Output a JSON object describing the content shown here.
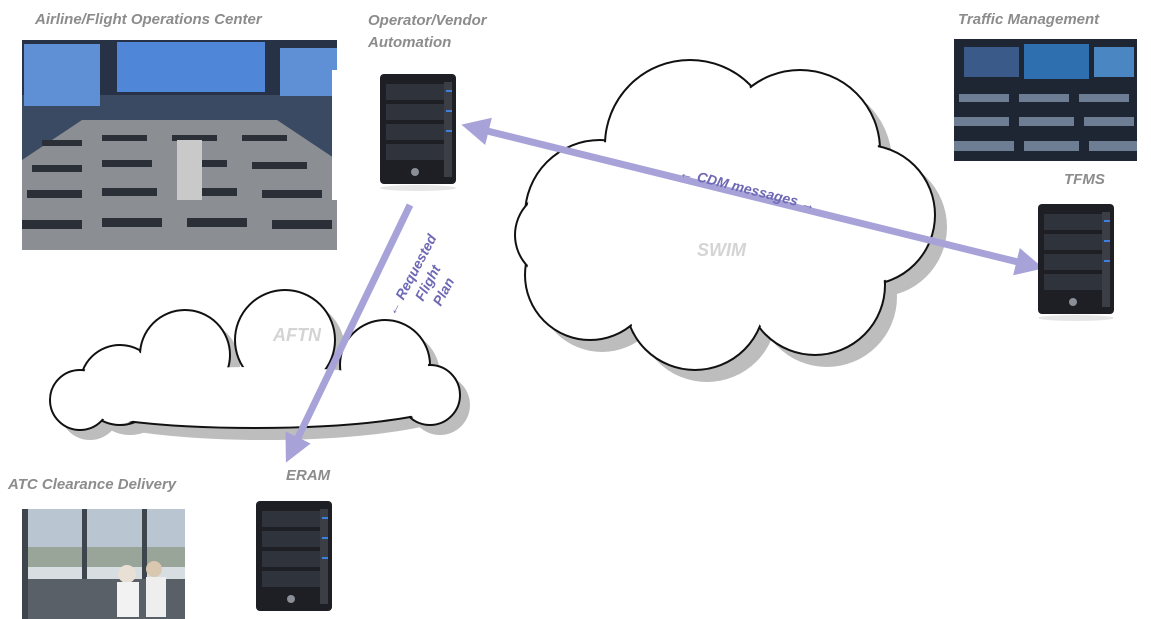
{
  "labels": {
    "airline_ops": "Airline/Flight Operations Center",
    "operator_line1": "Operator/Vendor",
    "operator_line2": "Automation",
    "traffic_mgmt": "Traffic Management",
    "tfms": "TFMS",
    "atc_clearance": "ATC Clearance Delivery",
    "eram": "ERAM"
  },
  "clouds": {
    "swim": "SWIM",
    "aftn": "AFTN"
  },
  "messages": {
    "cdm": "← CDM messages →",
    "flight_plan_line1": "← Requested",
    "flight_plan_line2": "Flight",
    "flight_plan_line3": "Plan"
  },
  "colors": {
    "label_gray": "#8c8c8c",
    "arrow_purple": "#a7a2d8",
    "message_text": "#6e68b4",
    "cloud_shadow": "#bdbdbd",
    "cloud_label": "#d4d4d4"
  },
  "icons": {
    "server": "server-tower-icon",
    "ops_center_photo": "operations-center-photo",
    "traffic_photo": "traffic-management-photo",
    "tower_photo": "control-tower-photo"
  }
}
